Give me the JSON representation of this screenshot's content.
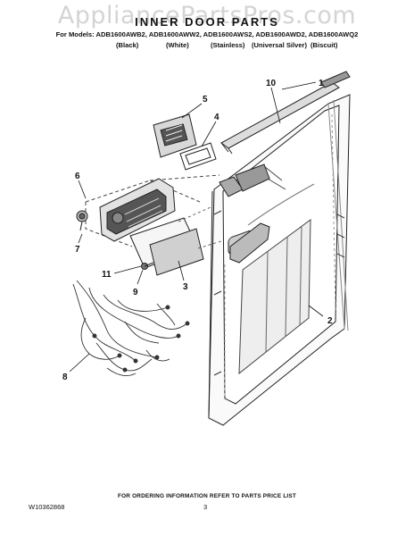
{
  "watermark": "AppliancePartsPros.com",
  "header": {
    "title": "INNER DOOR PARTS",
    "models": "For Models: ADB1600AWB2, ADB1600AWW2, ADB1600AWS2, ADB1600AWD2, ADB1600AWQ2",
    "colors": [
      "(Black)",
      "(White)",
      "(Stainless)",
      "(Universal Silver)",
      "(Biscuit)"
    ]
  },
  "callouts": [
    "1",
    "2",
    "3",
    "4",
    "5",
    "6",
    "7",
    "8",
    "9",
    "10",
    "11"
  ],
  "footer": {
    "note": "FOR ORDERING INFORMATION REFER TO PARTS PRICE LIST",
    "doc_id": "W10362868",
    "page": "3"
  }
}
